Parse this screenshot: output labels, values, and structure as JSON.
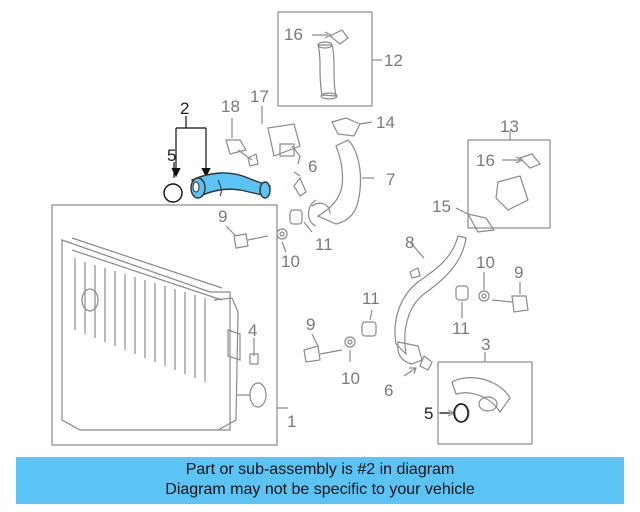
{
  "callouts": {
    "n1": "1",
    "n2": "2",
    "n3": "3",
    "n4": "4",
    "n5a": "5",
    "n5b": "5",
    "n6a": "6",
    "n6b": "6",
    "n7": "7",
    "n8": "8",
    "n9a": "9",
    "n9b": "9",
    "n9c": "9",
    "n10a": "10",
    "n10b": "10",
    "n10c": "10",
    "n11a": "11",
    "n11b": "11",
    "n11c": "11",
    "n12": "12",
    "n13": "13",
    "n14": "14",
    "n15": "15",
    "n16a": "16",
    "n16b": "16",
    "n17": "17",
    "n18": "18"
  },
  "colors": {
    "highlight_part": "#5bc4f5",
    "banner": "#5bc4f5",
    "line_art": "#8a8a8a"
  },
  "banner": {
    "line1": "Part or sub-assembly is #2 in diagram",
    "line2": "Diagram may not be specific to your vehicle"
  }
}
